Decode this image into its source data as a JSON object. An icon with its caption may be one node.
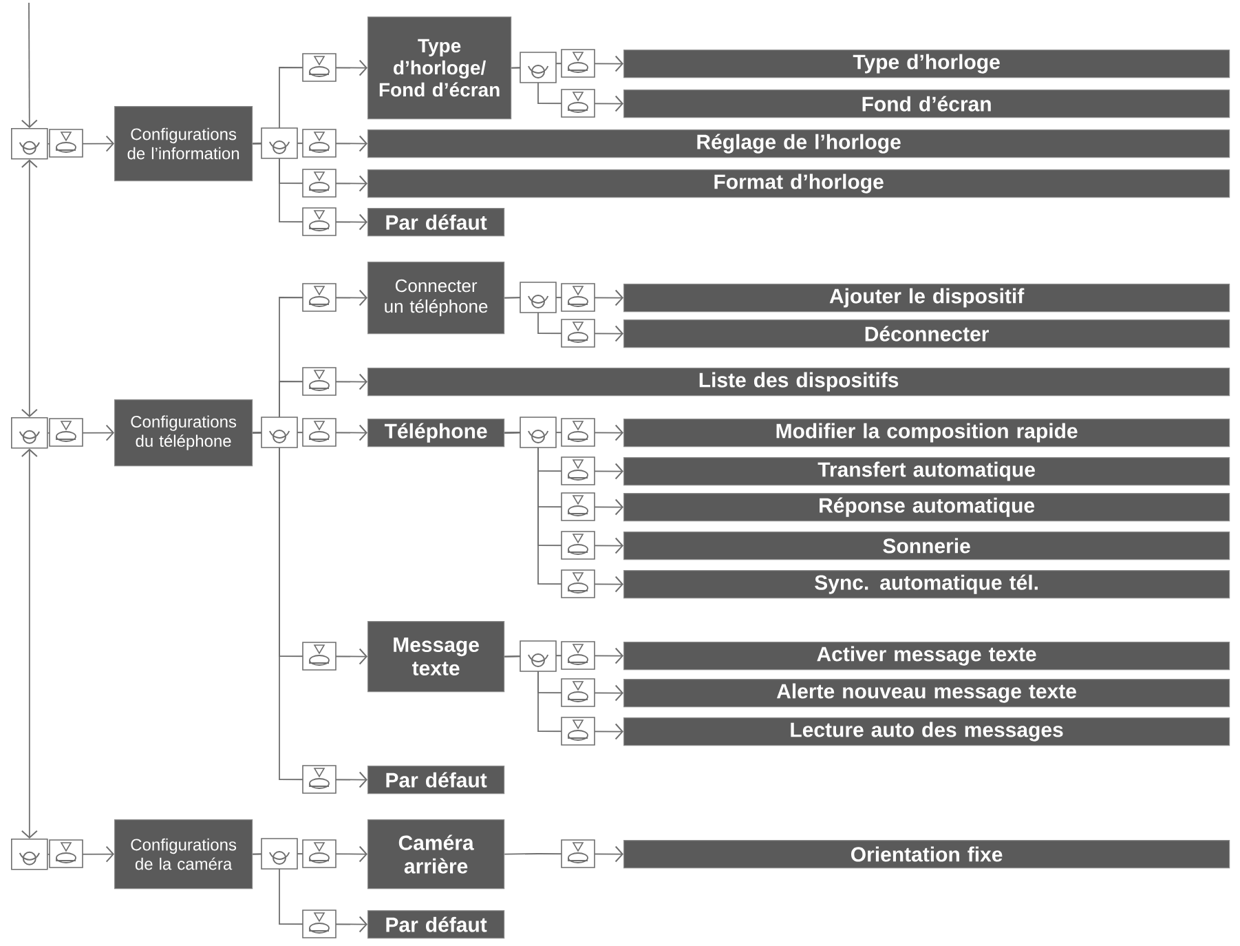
{
  "diagram": {
    "nodes": [
      {
        "text": [],
        "shape": "box"
      },
      {
        "text": [
          "Configurations de l’information"
        ]
      },
      {
        "text": [
          "Type d’horloge/ Fond d’écran"
        ]
      },
      {
        "text": [
          "Type d’horloge"
        ]
      },
      {
        "text": [
          "Fond d’écran"
        ]
      },
      {
        "text": [
          "Réglage de l’horloge"
        ]
      },
      {
        "text": [
          "Format d’horloge"
        ]
      },
      {
        "text": [
          "Par défaut"
        ]
      },
      {
        "text": [],
        "shape": "box"
      },
      {
        "text": [
          "Configurations du téléphone"
        ]
      },
      {
        "text": [
          "Connecter un téléphone"
        ]
      },
      {
        "text": [
          "Ajouter le dispositif"
        ]
      },
      {
        "text": [
          "Déconnecter"
        ]
      },
      {
        "text": [
          "Liste des dispositifs"
        ]
      },
      {
        "text": [
          "Téléphone"
        ]
      },
      {
        "text": [
          "Modifier la composition rapide"
        ]
      },
      {
        "text": [
          "Transfert automatique"
        ]
      },
      {
        "text": [
          "Réponse automatique"
        ]
      },
      {
        "text": [
          "Sonnerie"
        ]
      },
      {
        "text": [
          "Sync. automatique tél."
        ]
      },
      {
        "text": [
          "Message texte"
        ]
      },
      {
        "text": [
          "Activer message texte"
        ]
      },
      {
        "text": [
          "Alerte nouveau message texte"
        ]
      },
      {
        "text": [
          "Lecture auto des messages"
        ]
      },
      {
        "text": [
          "Par défaut"
        ]
      },
      {
        "text": [],
        "shape": "box"
      },
      {
        "text": [
          "Configurations de la caméra"
        ]
      },
      {
        "text": [
          "Caméra arrière"
        ]
      },
      {
        "text": [
          "Orientation fixe"
        ]
      },
      {
        "text": [
          "Par défaut"
        ]
      }
    ],
    "edges": [
      {
        "from": null,
        "to": 0,
        "arrow": "to"
      },
      {
        "from": 0,
        "to": 8,
        "arrow": "both"
      },
      {
        "from": 8,
        "to": 25,
        "arrow": "both"
      },
      {
        "from": 0,
        "to": 1,
        "arrow": "to"
      },
      {
        "from": 1,
        "to": 2,
        "arrow": "to"
      },
      {
        "from": 2,
        "to": 3,
        "arrow": "to"
      },
      {
        "from": 2,
        "to": 4,
        "arrow": "to"
      },
      {
        "from": 1,
        "to": 5,
        "arrow": "to"
      },
      {
        "from": 1,
        "to": 6,
        "arrow": "to"
      },
      {
        "from": 1,
        "to": 7,
        "arrow": "to"
      },
      {
        "from": 8,
        "to": 9,
        "arrow": "to"
      },
      {
        "from": 9,
        "to": 10,
        "arrow": "to"
      },
      {
        "from": 10,
        "to": 11,
        "arrow": "to"
      },
      {
        "from": 10,
        "to": 12,
        "arrow": "to"
      },
      {
        "from": 9,
        "to": 13,
        "arrow": "to"
      },
      {
        "from": 9,
        "to": 14,
        "arrow": "to"
      },
      {
        "from": 14,
        "to": 15,
        "arrow": "to"
      },
      {
        "from": 14,
        "to": 16,
        "arrow": "to"
      },
      {
        "from": 14,
        "to": 17,
        "arrow": "to"
      },
      {
        "from": 14,
        "to": 18,
        "arrow": "to"
      },
      {
        "from": 14,
        "to": 19,
        "arrow": "to"
      },
      {
        "from": 9,
        "to": 20,
        "arrow": "to"
      },
      {
        "from": 20,
        "to": 21,
        "arrow": "to"
      },
      {
        "from": 20,
        "to": 22,
        "arrow": "to"
      },
      {
        "from": 20,
        "to": 23,
        "arrow": "to"
      },
      {
        "from": 9,
        "to": 24,
        "arrow": "to"
      },
      {
        "from": 25,
        "to": 26,
        "arrow": "to"
      },
      {
        "from": 26,
        "to": 27,
        "arrow": "to"
      },
      {
        "from": 27,
        "to": 28,
        "arrow": "to"
      },
      {
        "from": 26,
        "to": 29,
        "arrow": "to"
      }
    ]
  }
}
